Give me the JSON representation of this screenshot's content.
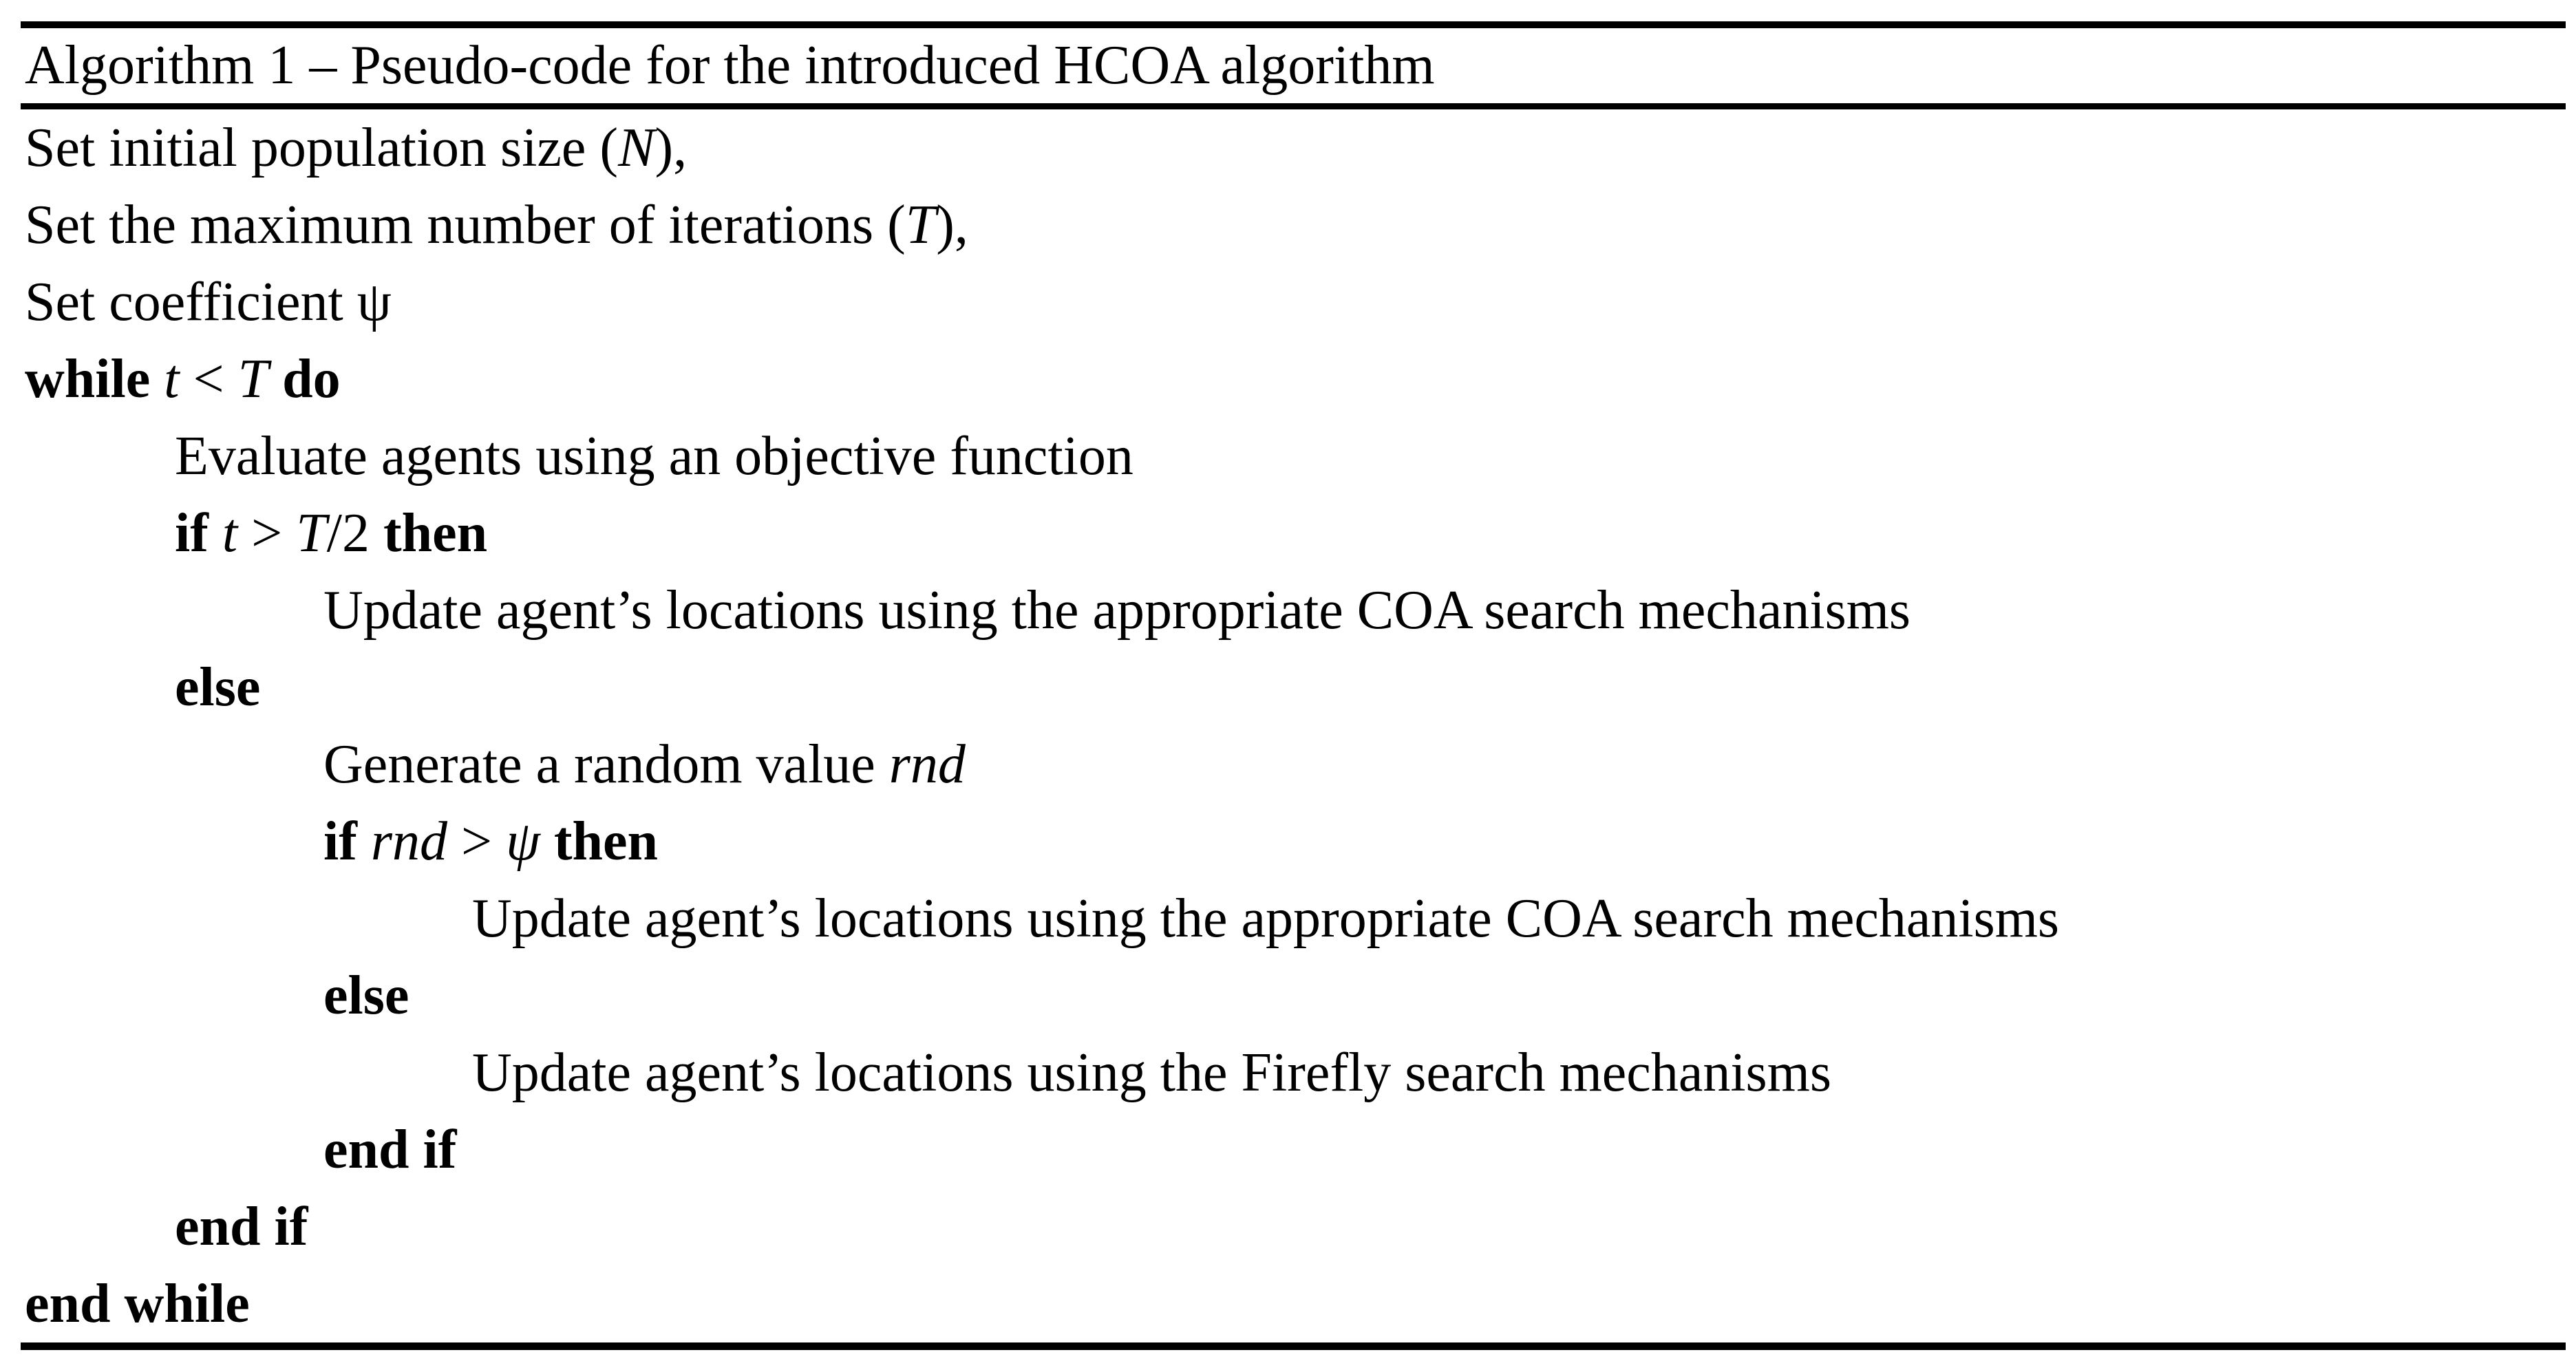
{
  "title": "Algorithm 1 – Pseudo-code for the introduced HCOA algorithm",
  "colors": {
    "background": "#ffffff",
    "text": "#000000",
    "rule": "#000000"
  },
  "lines": [
    {
      "indent": 0,
      "segments": [
        {
          "text": "Set initial population size (",
          "style": "normal"
        },
        {
          "text": "N",
          "style": "italic"
        },
        {
          "text": "),",
          "style": "normal"
        }
      ]
    },
    {
      "indent": 0,
      "segments": [
        {
          "text": "Set the maximum number of iterations (",
          "style": "normal"
        },
        {
          "text": "T",
          "style": "italic"
        },
        {
          "text": "),",
          "style": "normal"
        }
      ]
    },
    {
      "indent": 0,
      "segments": [
        {
          "text": "Set coefficient ",
          "style": "normal"
        },
        {
          "text": "ψ",
          "style": "normal"
        }
      ]
    },
    {
      "indent": 0,
      "segments": [
        {
          "text": "while",
          "style": "bold"
        },
        {
          "text": " ",
          "style": "normal"
        },
        {
          "text": "t",
          "style": "italic"
        },
        {
          "text": " < ",
          "style": "normal"
        },
        {
          "text": "T",
          "style": "italic"
        },
        {
          "text": " ",
          "style": "normal"
        },
        {
          "text": "do",
          "style": "bold"
        }
      ]
    },
    {
      "indent": 1,
      "segments": [
        {
          "text": "Evaluate agents using an objective function",
          "style": "normal"
        }
      ]
    },
    {
      "indent": 1,
      "segments": [
        {
          "text": "if",
          "style": "bold"
        },
        {
          "text": " ",
          "style": "normal"
        },
        {
          "text": "t",
          "style": "italic"
        },
        {
          "text": " > ",
          "style": "normal"
        },
        {
          "text": "T",
          "style": "italic"
        },
        {
          "text": "/2 ",
          "style": "normal"
        },
        {
          "text": "then",
          "style": "bold"
        }
      ]
    },
    {
      "indent": 2,
      "segments": [
        {
          "text": "Update agent’s locations using the appropriate COA search mechanisms",
          "style": "normal"
        }
      ]
    },
    {
      "indent": 1,
      "segments": [
        {
          "text": "else",
          "style": "bold"
        }
      ]
    },
    {
      "indent": 2,
      "segments": [
        {
          "text": "Generate a random value ",
          "style": "normal"
        },
        {
          "text": "rnd",
          "style": "italic"
        }
      ]
    },
    {
      "indent": 2,
      "segments": [
        {
          "text": "if",
          "style": "bold"
        },
        {
          "text": " ",
          "style": "normal"
        },
        {
          "text": "rnd",
          "style": "italic"
        },
        {
          "text": " > ",
          "style": "normal"
        },
        {
          "text": "ψ",
          "style": "italic"
        },
        {
          "text": " ",
          "style": "normal"
        },
        {
          "text": "then",
          "style": "bold"
        }
      ]
    },
    {
      "indent": 3,
      "segments": [
        {
          "text": "Update agent’s locations using the appropriate COA search mechanisms",
          "style": "normal"
        }
      ]
    },
    {
      "indent": 2,
      "segments": [
        {
          "text": "else",
          "style": "bold"
        }
      ]
    },
    {
      "indent": 3,
      "segments": [
        {
          "text": "Update agent’s locations using the Firefly search mechanisms",
          "style": "normal"
        }
      ]
    },
    {
      "indent": 2,
      "segments": [
        {
          "text": "end if",
          "style": "bold"
        }
      ]
    },
    {
      "indent": 1,
      "segments": [
        {
          "text": "end if",
          "style": "bold"
        }
      ]
    },
    {
      "indent": 0,
      "segments": [
        {
          "text": "end while",
          "style": "bold"
        }
      ]
    }
  ]
}
